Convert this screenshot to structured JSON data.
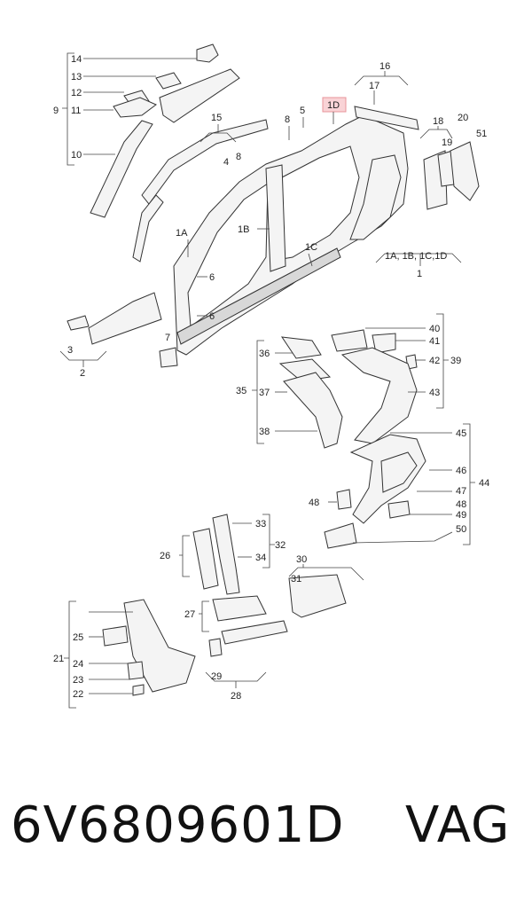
{
  "labels": {
    "l1": "1",
    "l1a": "1A",
    "l1b": "1B",
    "l1c": "1C",
    "l1d": "1D",
    "l1group": "1A, 1B, 1C,1D",
    "l2": "2",
    "l3": "3",
    "l4": "4",
    "l5": "5",
    "l6a": "6",
    "l6b": "6",
    "l7": "7",
    "l8a": "8",
    "l8b": "8",
    "l9": "9",
    "l10": "10",
    "l11": "11",
    "l12": "12",
    "l13": "13",
    "l14": "14",
    "l15": "15",
    "l16": "16",
    "l17": "17",
    "l18": "18",
    "l19": "19",
    "l20": "20",
    "l51": "51",
    "l21": "21",
    "l22": "22",
    "l23": "23",
    "l24": "24",
    "l25": "25",
    "l26": "26",
    "l27": "27",
    "l28": "28",
    "l29": "29",
    "l30": "30",
    "l31": "31",
    "l32": "32",
    "l33": "33",
    "l34": "34",
    "l35": "35",
    "l36": "36",
    "l37": "37",
    "l38": "38",
    "l39": "39",
    "l40": "40",
    "l41": "41",
    "l42": "42",
    "l43": "43",
    "l44": "44",
    "l45": "45",
    "l46": "46",
    "l47": "47",
    "l48a": "48",
    "l48b": "48",
    "l49": "49",
    "l50": "50"
  },
  "caption": {
    "part_number": "6V6809601D",
    "brand": "VAG"
  },
  "colors": {
    "highlight_fill": "#f9d3d6",
    "highlight_stroke": "#e8959b",
    "line": "#333333"
  }
}
